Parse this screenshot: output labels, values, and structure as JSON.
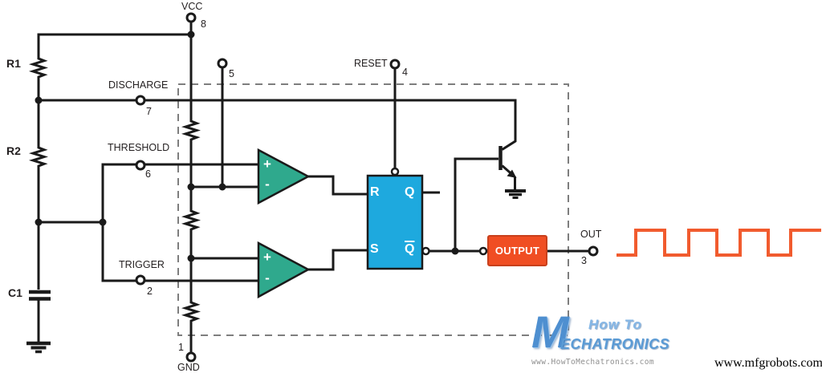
{
  "colors": {
    "wire": "#1A1A1A",
    "comparator_fill": "#2FA98D",
    "flipflop_fill": "#1EA9DE",
    "output_block_fill": "#F04E23",
    "waveform": "#F15B2E",
    "dashed_border": "#7E7E7E",
    "logo_blue": "#5B9BD5"
  },
  "labels": {
    "vcc": "VCC",
    "reset": "RESET",
    "discharge": "DISCHARGE",
    "threshold": "THRESHOLD",
    "trigger": "TRIGGER",
    "gnd": "GND",
    "out": "OUT"
  },
  "pins": {
    "vcc": "8",
    "control": "5",
    "reset": "4",
    "discharge": "7",
    "threshold": "6",
    "trigger": "2",
    "ground": "1",
    "out": "3"
  },
  "components": {
    "r1": "R1",
    "r2": "R2",
    "c1": "C1",
    "comp1_plus": "+",
    "comp1_minus": "-",
    "comp2_plus": "+",
    "comp2_minus": "-",
    "ff_r": "R",
    "ff_q": "Q",
    "ff_s": "S",
    "ff_qbar": "Q",
    "output_block": "OUTPUT"
  },
  "watermark": {
    "m": "M",
    "line1": "How To",
    "line2": "ECHATRONICS",
    "url": "www.HowToMechatronics.com"
  },
  "footer": {
    "site": "www.mfgrobots.com"
  }
}
